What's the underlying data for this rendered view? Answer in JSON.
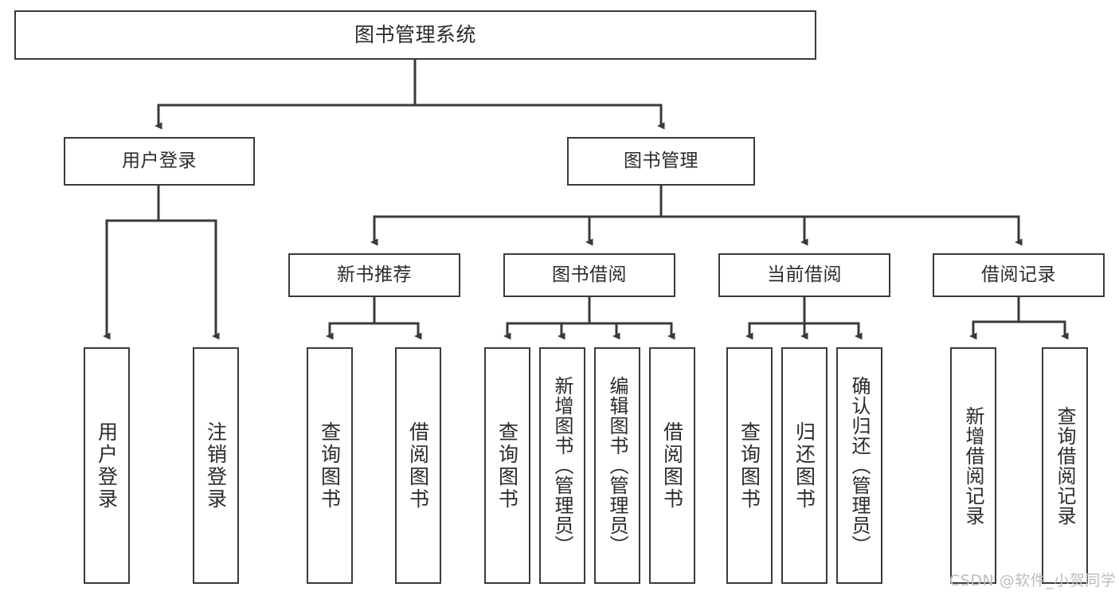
{
  "diagram": {
    "title": "图书管理系统",
    "type": "tree-hierarchy",
    "root": {
      "label": "图书管理系统"
    },
    "level2": [
      {
        "label": "用户登录"
      },
      {
        "label": "图书管理"
      }
    ],
    "level3": [
      {
        "label": "新书推荐"
      },
      {
        "label": "图书借阅"
      },
      {
        "label": "当前借阅"
      },
      {
        "label": "借阅记录"
      }
    ],
    "leaves": {
      "user_login": [
        {
          "label": "用户登录"
        },
        {
          "label": "注销登录"
        }
      ],
      "new_book_recommend": [
        {
          "label": "查询图书"
        },
        {
          "label": "借阅图书"
        }
      ],
      "book_borrow": [
        {
          "label": "查询图书"
        },
        {
          "label": "新增图书（管理员）"
        },
        {
          "label": "编辑图书（管理员）"
        },
        {
          "label": "借阅图书"
        }
      ],
      "current_borrow": [
        {
          "label": "查询图书"
        },
        {
          "label": "归还图书"
        },
        {
          "label": "确认归还（管理员）"
        }
      ],
      "borrow_record": [
        {
          "label": "新增借阅记录"
        },
        {
          "label": "查询借阅记录"
        }
      ]
    }
  },
  "watermark": {
    "text": "CSDN @软件_小贺同学"
  },
  "colors": {
    "box_border": "#3a3a3a",
    "box_fill": "#ffffff",
    "text": "#2b2b2b",
    "edge": "#3a3a3a",
    "watermark": "#bdbdbd",
    "background": "#ffffff"
  }
}
